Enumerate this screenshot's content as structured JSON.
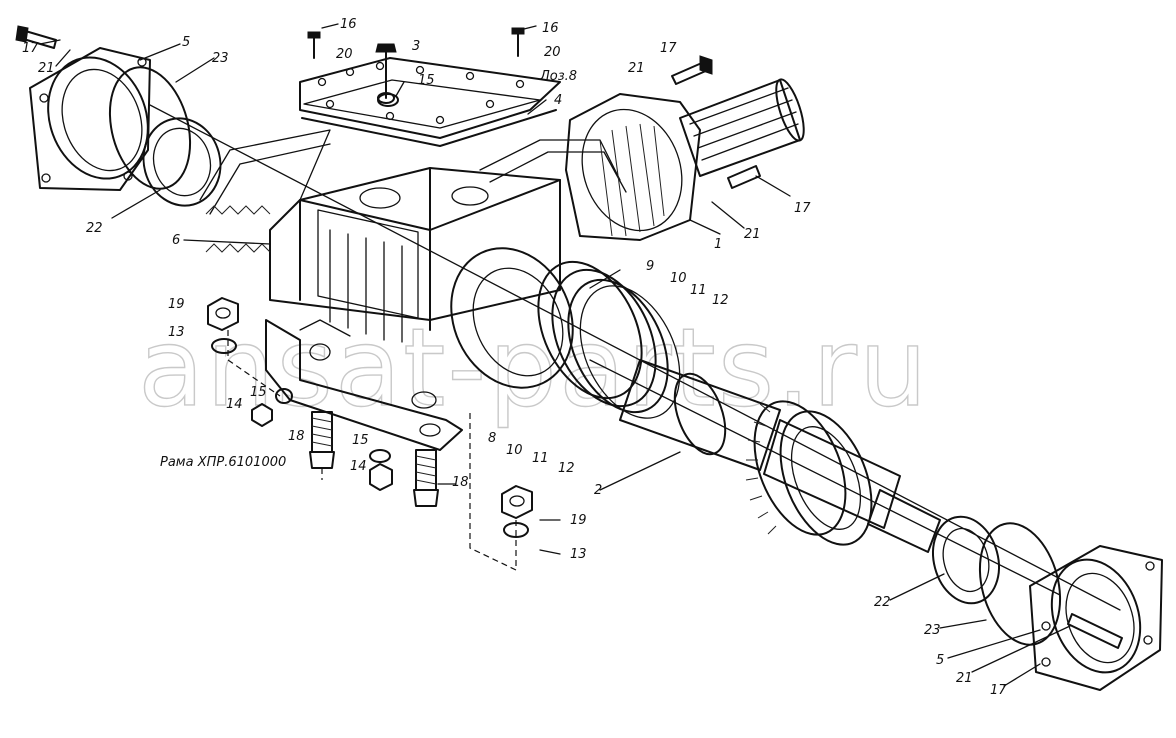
{
  "watermark": "ansat-parts.ru",
  "notes": {
    "frame": "Рама ХПР.6101000",
    "cover_ref": "Лоз.8"
  },
  "callouts": {
    "c17_tl": "17",
    "c21_tl": "21",
    "c5_tl": "5",
    "c23_tl": "23",
    "c22_l": "22",
    "c16_a": "16",
    "c20_a": "20",
    "c3": "3",
    "c15_top": "15",
    "c16_b": "16",
    "c20_b": "20",
    "c4": "4",
    "c17_tr": "17",
    "c21_tr": "21",
    "c17_r": "17",
    "c21_r": "21",
    "c1": "1",
    "c6": "6",
    "c9": "9",
    "c10_r": "10",
    "c11_r": "11",
    "c12_r": "12",
    "c19_l": "19",
    "c13_l": "13",
    "c15_l": "15",
    "c14_l": "14",
    "c18_l": "18",
    "c15_c": "15",
    "c14_c": "14",
    "c18_r": "18",
    "c8": "8",
    "c10_b": "10",
    "c11_b": "11",
    "c12_b": "12",
    "c2": "2",
    "c19_b": "19",
    "c13_b": "13",
    "c22_br": "22",
    "c23_br": "23",
    "c5_br": "5",
    "c21_br": "21",
    "c17_br": "17"
  }
}
